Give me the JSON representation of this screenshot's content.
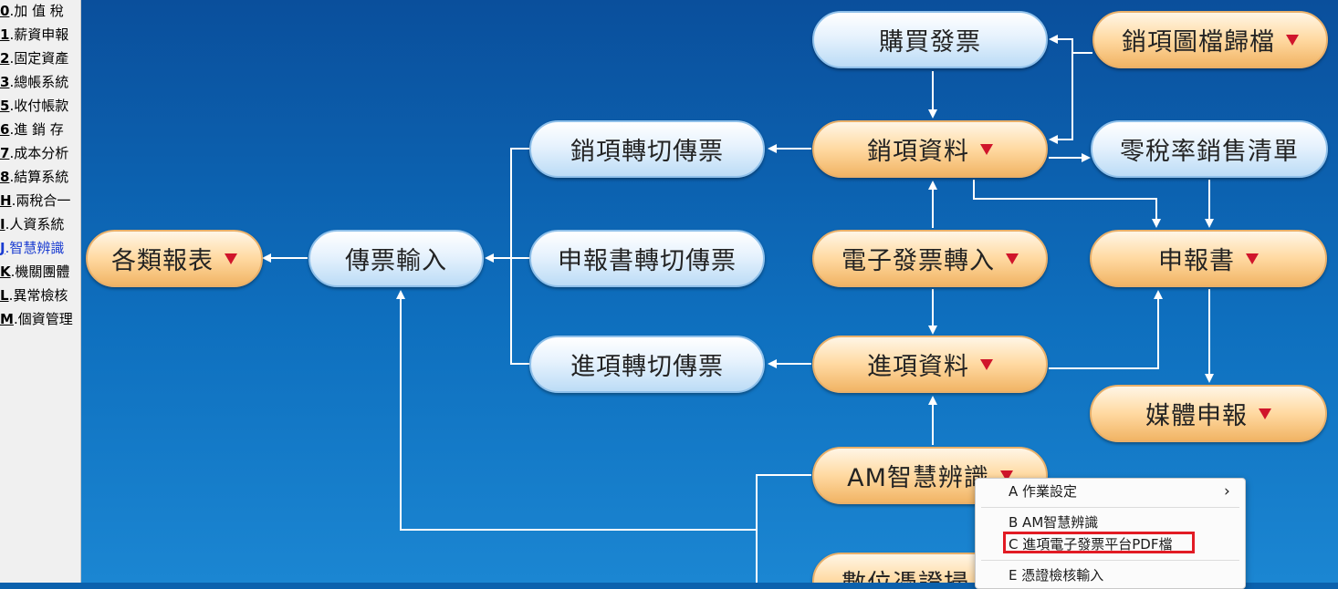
{
  "sidebar": {
    "items": [
      {
        "key": "0",
        "label": ".加 值 稅"
      },
      {
        "key": "1",
        "label": ".薪資申報"
      },
      {
        "key": "2",
        "label": ".固定資產"
      },
      {
        "key": "3",
        "label": ".總帳系統"
      },
      {
        "key": "5",
        "label": ".收付帳款"
      },
      {
        "key": "6",
        "label": ".進 銷 存"
      },
      {
        "key": "7",
        "label": ".成本分析"
      },
      {
        "key": "8",
        "label": ".結算系統"
      },
      {
        "key": "H",
        "label": ".兩稅合一"
      },
      {
        "key": "I",
        "label": ".人資系統"
      },
      {
        "key": "J",
        "label": ".智慧辨識"
      },
      {
        "key": "K",
        "label": ".機關團體"
      },
      {
        "key": "L",
        "label": ".異常檢核"
      },
      {
        "key": "M",
        "label": ".個資管理"
      }
    ]
  },
  "flow": {
    "purchase_invoice": "購買發票",
    "sales_image_archive": "銷項圖檔歸檔",
    "sales_voucher_transfer": "銷項轉切傳票",
    "sales_data": "銷項資料",
    "zero_tax_list": "零稅率銷售清單",
    "reports": "各類報表",
    "voucher_input": "傳票輸入",
    "declaration_voucher_transfer": "申報書轉切傳票",
    "einvoice_import": "電子發票轉入",
    "declaration": "申報書",
    "purchase_voucher_transfer": "進項轉切傳票",
    "purchase_data": "進項資料",
    "media_declaration": "媒體申報",
    "am_recognition": "AM智慧辨識",
    "digital_voucher": "數位憑證掃"
  },
  "context_menu": {
    "items": [
      {
        "label": "A 作業設定",
        "arrow": "›"
      },
      {
        "label": "B AM智慧辨識"
      },
      {
        "label": "C 進項電子發票平台PDF檔"
      },
      {
        "label": "E 憑證檢核輸入"
      }
    ]
  },
  "colors": {
    "background": "#0b61ad",
    "dropdown_triangle": "#d0152b",
    "highlight": "#e21b24"
  }
}
